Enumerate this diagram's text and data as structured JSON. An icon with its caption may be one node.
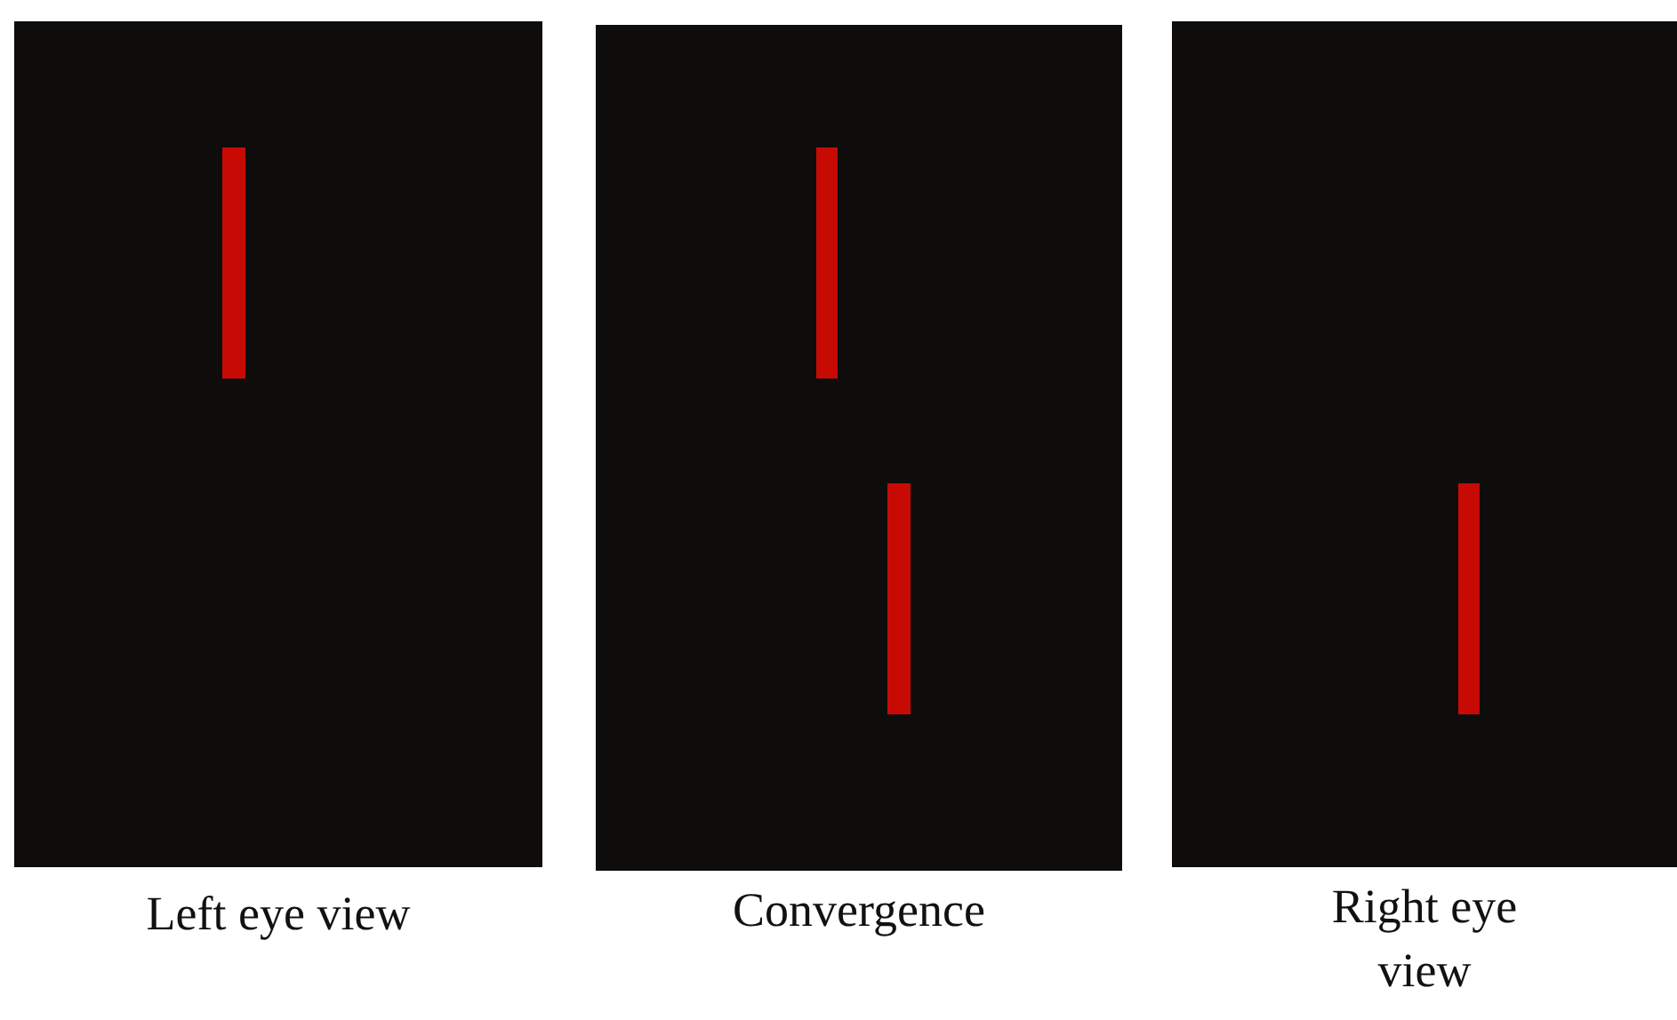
{
  "diagram": {
    "nodes": [
      {
        "text": [
          "Left eye view"
        ]
      },
      {
        "text": [
          "Convergence"
        ]
      },
      {
        "text": [
          "Right eye view"
        ]
      }
    ]
  }
}
